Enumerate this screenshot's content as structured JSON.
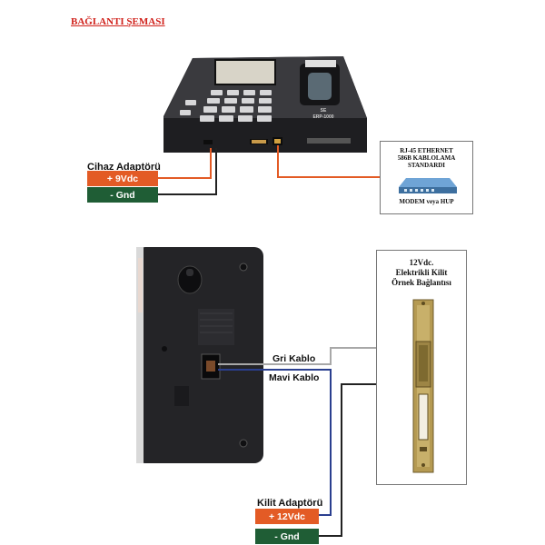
{
  "title": "BAĞLANTI ŞEMASI",
  "device": {
    "brand": "SE",
    "model": "ERP-1000",
    "adapter_label": "Cihaz Adaptörü",
    "plus": "+ 9Vdc",
    "gnd": "- Gnd"
  },
  "network": {
    "line1": "RJ-45 ETHERNET",
    "line2": "586B KABLOLAMA",
    "line3": "STANDARDI",
    "caption": "MODEM veya HUP"
  },
  "lock": {
    "title1": "12Vdc.",
    "title2": "Elektrikli Kilit",
    "title3": "Örnek Bağlantısı",
    "gray_cable": "Gri Kablo",
    "blue_cable": "Mavi Kablo",
    "adapter_label": "Kilit Adaptörü",
    "plus": "+ 12Vdc",
    "gnd": "- Gnd"
  },
  "colors": {
    "title_red": "#d0211b",
    "plus_box": "#e35b25",
    "gnd_box": "#1f5d35",
    "wire_orange": "#e35b25",
    "wire_gray": "#a8a8a8",
    "wire_blue": "#2a3f8f"
  }
}
